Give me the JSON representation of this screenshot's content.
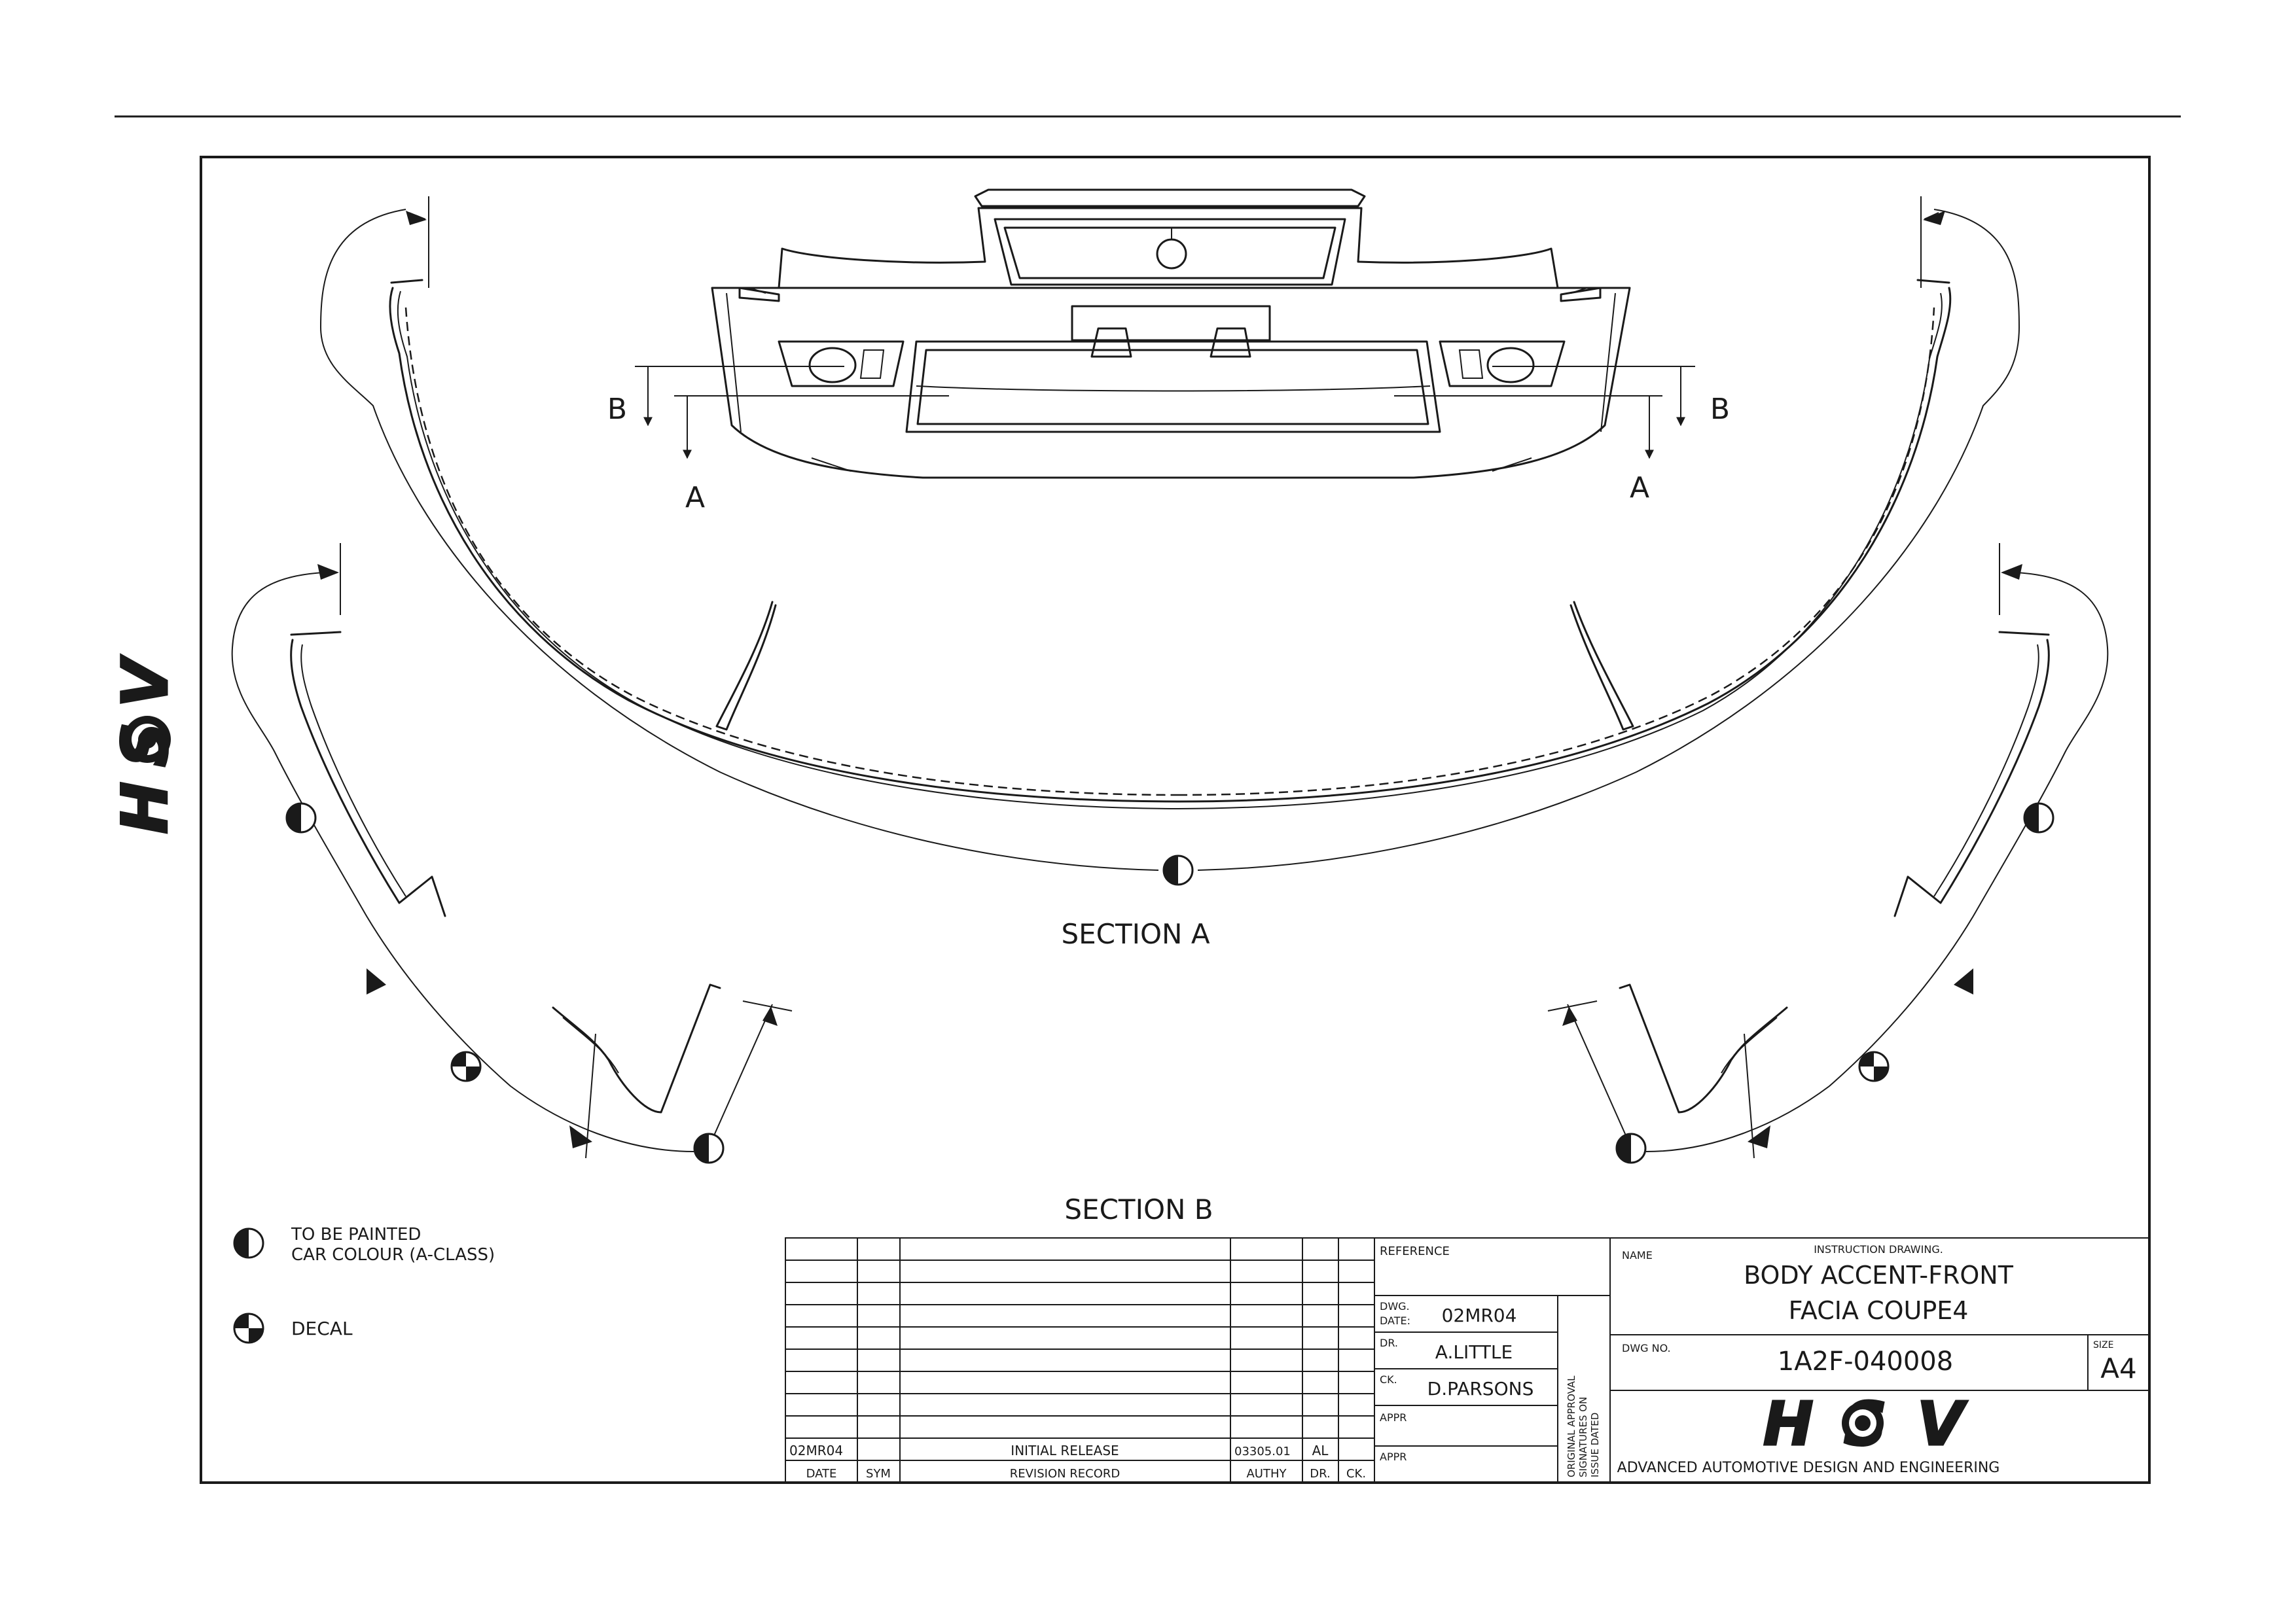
{
  "brand": {
    "logo_text": "HSV",
    "tagline": "ADVANCED AUTOMOTIVE DESIGN AND ENGINEERING"
  },
  "section_markers": {
    "b": "B",
    "a": "A"
  },
  "section_titles": {
    "a": "SECTION A",
    "b": "SECTION B"
  },
  "legend": {
    "painted_line1": "TO BE PAINTED",
    "painted_line2": "CAR COLOUR (A-CLASS)",
    "painted_icon": "half-filled-circle-icon",
    "decal": "DECAL",
    "decal_icon": "quartered-circle-icon"
  },
  "revision_table": {
    "headers": [
      "DATE",
      "SYM",
      "REVISION RECORD",
      "AUTHY",
      "DR.",
      "CK."
    ],
    "rows": [
      [
        "02MR04",
        "",
        "INITIAL RELEASE",
        "03305.01",
        "AL",
        ""
      ]
    ]
  },
  "title_block": {
    "reference_label": "REFERENCE",
    "dwg_date_label_1": "DWG.",
    "dwg_date_label_2": "DATE:",
    "dwg_date_value": "02MR04",
    "dr_label": "DR.",
    "dr_value": "A.LITTLE",
    "ck_label": "CK.",
    "ck_value": "D.PARSONS",
    "appr_label_1": "APPR",
    "appr_label_2": "APPR",
    "approval_line1": "ORIGINAL APPROVAL",
    "approval_line2": "SIGNATURES ON",
    "approval_line3": "ISSUE DATED",
    "name_label": "NAME",
    "drawing_type": "INSTRUCTION DRAWING.",
    "name_line1": "BODY ACCENT-FRONT",
    "name_line2": "FACIA COUPE4",
    "dwg_no_label": "DWG NO.",
    "dwg_no_value": "1A2F-040008",
    "size_label": "SIZE",
    "size_value": "A4"
  }
}
